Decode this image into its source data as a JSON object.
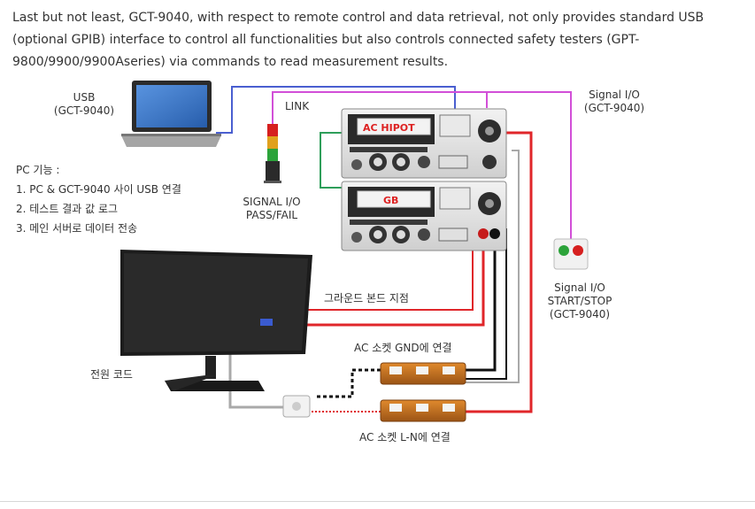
{
  "intro_text": "Last but not least, GCT-9040, with respect to remote control and data retrieval, not only provides standard USB (optional GPIB) interface to control all functionalities but also controls connected safety testers (GPT-9800/9900/9900Aseries) via commands to read measurement results.",
  "labels": {
    "usb_line1": "USB",
    "usb_line2": "(GCT-9040)",
    "link": "LINK",
    "signal_io_top_line1": "Signal I/O",
    "signal_io_top_line2": "(GCT-9040)",
    "signal_io_passfail_line1": "SIGNAL I/O",
    "signal_io_passfail_line2": "PASS/FAIL",
    "signal_io_startstop_line1": "Signal I/O",
    "signal_io_startstop_line2": "START/STOP",
    "signal_io_startstop_line3": "(GCT-9040)",
    "ground_bond_point": "그라운드 본드 지점",
    "ac_socket_gnd": "AC 소켓 GND에 연결",
    "ac_socket_ln": "AC 소켓 L-N에 연결",
    "power_cord": "전원 코드",
    "ac_hipot": "AC HIPOT",
    "gb": "GB"
  },
  "pc_functions": {
    "title": "PC 기능 :",
    "items": [
      "1. PC & GCT-9040 사이 USB 연결",
      "2. 테스트 결과 값 로그",
      "3. 메인 서버로 데이터 전송"
    ]
  },
  "colors": {
    "usb_cable": "#4a5fd0",
    "link_cable": "#2e9e5a",
    "signal_io_cable": "#d24fd8",
    "gb_cable": "#e0262a",
    "gnd_cable": "#111111",
    "power_cable": "#a9a9a9"
  }
}
